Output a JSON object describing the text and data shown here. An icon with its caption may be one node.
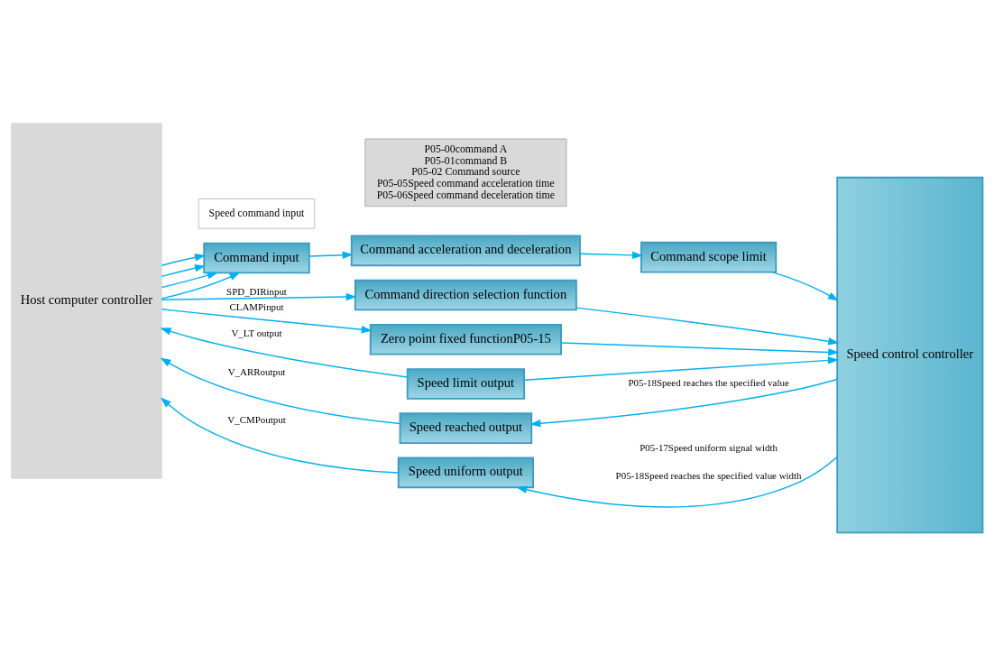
{
  "diagram": {
    "nodes": [
      {
        "text": [
          "Host computer controller"
        ]
      },
      {
        "text": [
          "Speed command input"
        ]
      },
      {
        "text": [
          "Command input"
        ]
      },
      {
        "text": [
          "Command acceleration and deceleration"
        ]
      },
      {
        "text": [
          "Command scope limit"
        ]
      },
      {
        "text": [
          "Command direction selection function"
        ]
      },
      {
        "text": [
          "Zero point fixed functionP05-15"
        ]
      },
      {
        "text": [
          "Speed limit output"
        ]
      },
      {
        "text": [
          "Speed reached output"
        ]
      },
      {
        "text": [
          "Speed uniform output"
        ]
      },
      {
        "text": [
          "Speed control controller"
        ]
      },
      {
        "text": [
          "P05-00command A",
          "P05-01command B",
          "P05-02 Command source",
          "P05-05Speed command acceleration time",
          "P05-06Speed command deceleration time"
        ]
      }
    ],
    "edges": [
      {
        "from": 0,
        "to": 2,
        "arrow": "to"
      },
      {
        "from": 0,
        "to": 2,
        "arrow": "to"
      },
      {
        "from": 0,
        "to": 2,
        "arrow": "to"
      },
      {
        "from": 0,
        "to": 2,
        "arrow": "to"
      },
      {
        "from": 2,
        "to": 3,
        "arrow": "to"
      },
      {
        "from": 3,
        "to": 4,
        "arrow": "to"
      },
      {
        "from": 4,
        "to": 10,
        "arrow": "to"
      },
      {
        "from": 0,
        "to": 5,
        "arrow": "to",
        "label": "SPD_DIRinput"
      },
      {
        "from": 5,
        "to": 10,
        "arrow": "to"
      },
      {
        "from": 0,
        "to": 6,
        "arrow": "to",
        "label": "CLAMPinput"
      },
      {
        "from": 6,
        "to": 10,
        "arrow": "to"
      },
      {
        "from": 7,
        "to": 0,
        "arrow": "to",
        "label": "V_LT output"
      },
      {
        "from": 7,
        "to": 10,
        "arrow": "to"
      },
      {
        "from": 10,
        "to": 8,
        "arrow": "to",
        "label": "P05-18Speed reaches the specified value"
      },
      {
        "from": 8,
        "to": 0,
        "arrow": "to",
        "label": "V_ARRoutput"
      },
      {
        "from": 10,
        "to": 9,
        "arrow": "to",
        "label": "P05-18Speed reaches the specified value width"
      },
      {
        "from": 9,
        "to": 0,
        "arrow": "to",
        "label": "V_CMPoutput"
      }
    ],
    "labels": [
      "P05-17Speed uniform signal width"
    ]
  }
}
